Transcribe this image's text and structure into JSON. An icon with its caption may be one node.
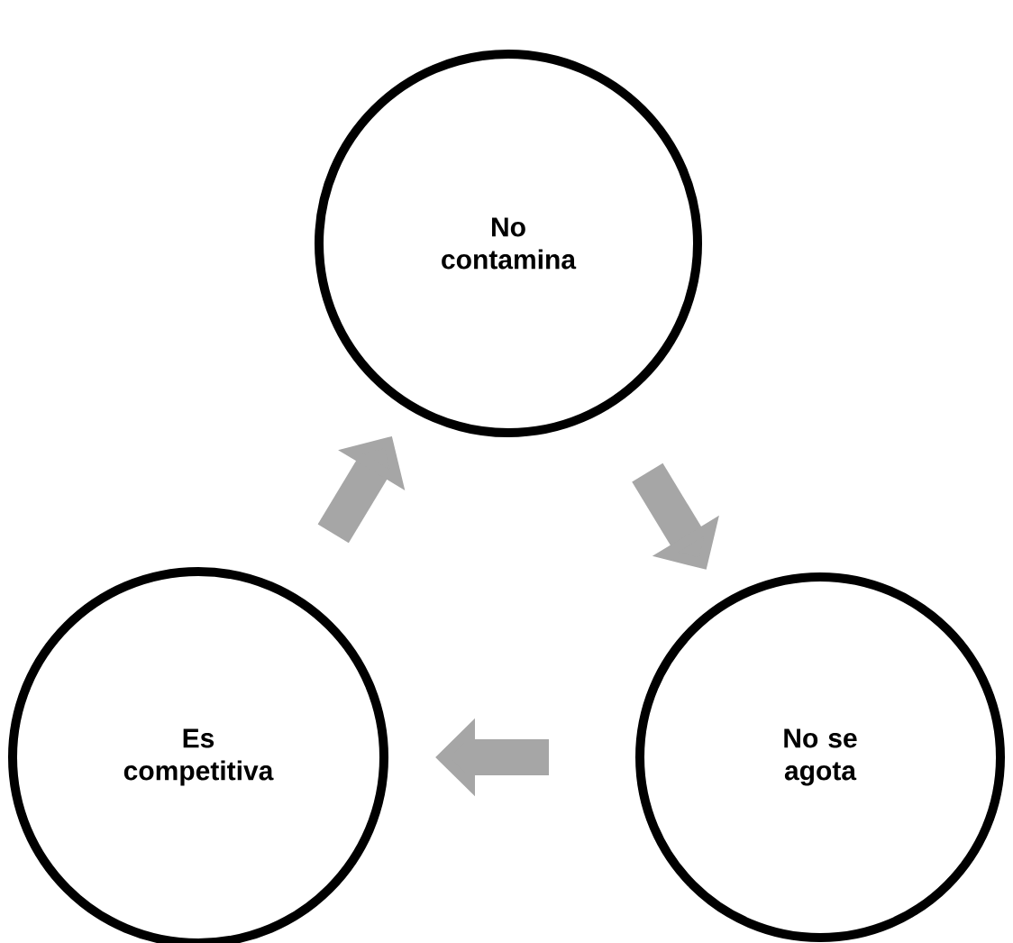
{
  "diagram": {
    "nodes": [
      {
        "text": [
          "No contamina"
        ]
      },
      {
        "text": [
          "No se agota"
        ]
      },
      {
        "text": [
          "Es competitiva"
        ]
      }
    ],
    "edges": [
      {
        "from": 0,
        "to": 1,
        "arrow": "to"
      },
      {
        "from": 1,
        "to": 2,
        "arrow": "to"
      },
      {
        "from": 2,
        "to": 0,
        "arrow": "to"
      }
    ]
  }
}
